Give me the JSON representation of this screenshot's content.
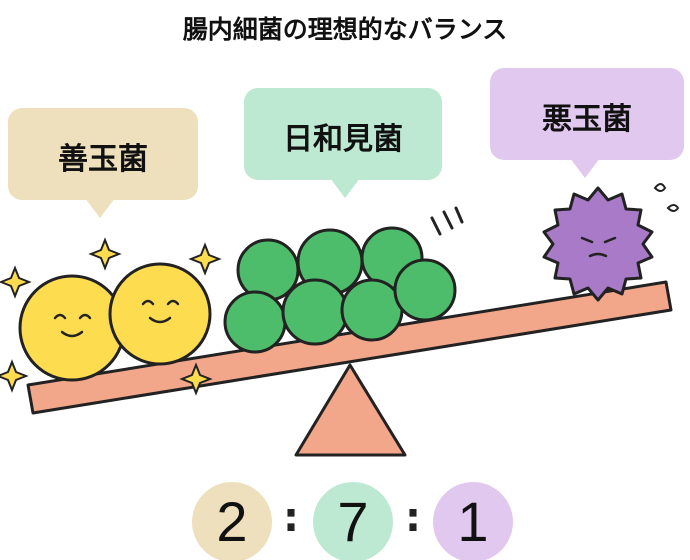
{
  "title": "腸内細菌の理想的なバランス",
  "groups": [
    {
      "label": "善玉菌",
      "ratio": "2",
      "color": "#eee0bd"
    },
    {
      "label": "日和見菌",
      "ratio": "7",
      "color": "#bde8d2"
    },
    {
      "label": "悪玉菌",
      "ratio": "1",
      "color": "#e1c8ef"
    }
  ],
  "separator": ":"
}
